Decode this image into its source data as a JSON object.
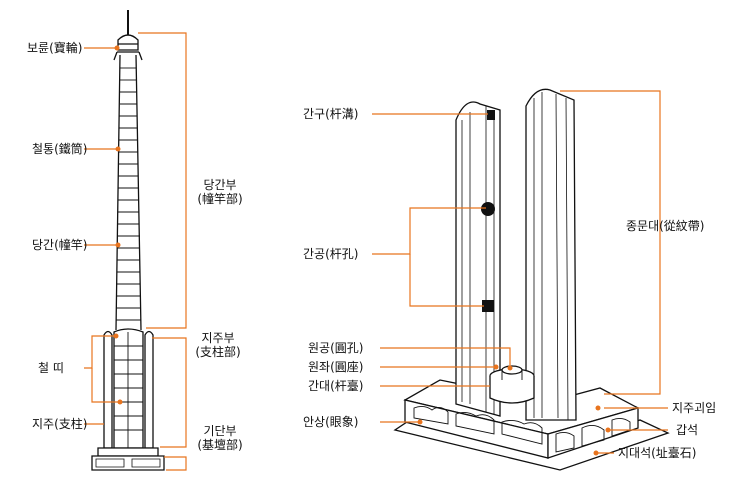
{
  "colors": {
    "accent": "#e8741e",
    "line": "#111111"
  },
  "left": {
    "boryun": "보륜(寶輪)",
    "cheoltong": "철통(鐵筒)",
    "danggan": "당간(幢竿)",
    "cheolti": "철 띠",
    "jiju": "지주(支柱)",
    "dangganbu_1": "당간부",
    "dangganbu_2": "(幢竿部)",
    "jijubu_1": "지주부",
    "jijubu_2": "(支柱部)",
    "gidanbu_1": "기단부",
    "gidanbu_2": "(基壇部)"
  },
  "right": {
    "gangu": "간구(杆溝)",
    "gangong": "간공(杆孔)",
    "wongong": "원공(圓孔)",
    "wonjwa": "원좌(圓座)",
    "gandae": "간대(杆臺)",
    "ansang": "안상(眼象)",
    "jongmundae": "종문대(從紋帶)",
    "jijugoeim": "지주괴임",
    "gapseok": "갑석",
    "jidaeseok": "지대석(址臺石)"
  }
}
